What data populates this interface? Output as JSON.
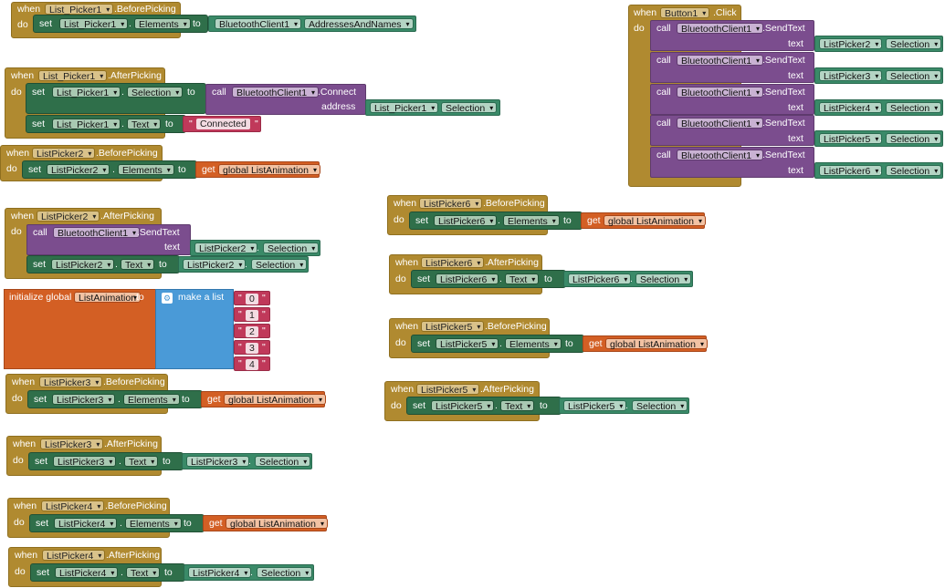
{
  "kw": {
    "when": "when",
    "do": "do",
    "set": "set",
    "to": "to",
    "call": "call",
    "text": "text",
    "address": "address",
    "get": "get",
    "dot": ".",
    "quote": "\""
  },
  "b1": {
    "comp": "List_Picker1",
    "event": ".BeforePicking",
    "prop": "Elements",
    "src_comp": "BluetoothClient1",
    "src_prop": "AddressesAndNames"
  },
  "b2": {
    "comp": "List_Picker1",
    "event": ".AfterPicking",
    "prop": "Selection",
    "call_comp": "BluetoothClient1",
    "method": ".Connect",
    "arg_comp": "List_Picker1",
    "arg_prop": "Selection",
    "prop2": "Text",
    "text_value": "Connected"
  },
  "b3": {
    "comp": "ListPicker2",
    "event": ".BeforePicking",
    "prop": "Elements",
    "var": "global ListAnimation"
  },
  "b4": {
    "comp": "ListPicker2",
    "event": ".AfterPicking",
    "call_comp": "BluetoothClient1",
    "method": ".SendText",
    "arg_comp": "ListPicker2",
    "arg_prop": "Selection",
    "set_comp": "ListPicker2",
    "set_prop": "Text",
    "src_comp": "ListPicker2",
    "src_prop": "Selection"
  },
  "b5": {
    "init": "initialize global",
    "var": "ListAnimation",
    "make_list": "make a list",
    "items": [
      "0",
      "1",
      "2",
      "3",
      "4"
    ]
  },
  "b6": {
    "comp": "ListPicker3",
    "event": ".BeforePicking",
    "prop": "Elements",
    "var": "global ListAnimation"
  },
  "b7": {
    "comp": "ListPicker3",
    "event": ".AfterPicking",
    "prop": "Text",
    "src_comp": "ListPicker3",
    "src_prop": "Selection"
  },
  "b8": {
    "comp": "ListPicker4",
    "event": ".BeforePicking",
    "prop": "Elements",
    "var": "global ListAnimation"
  },
  "b9": {
    "comp": "ListPicker4",
    "event": ".AfterPicking",
    "prop": "Text",
    "src_comp": "ListPicker4",
    "src_prop": "Selection"
  },
  "b10": {
    "comp": "ListPicker6",
    "event": ".BeforePicking",
    "prop": "Elements",
    "var": "global ListAnimation"
  },
  "b11": {
    "comp": "ListPicker6",
    "event": ".AfterPicking",
    "prop": "Text",
    "src_comp": "ListPicker6",
    "src_prop": "Selection"
  },
  "b12": {
    "comp": "ListPicker5",
    "event": ".BeforePicking",
    "prop": "Elements",
    "var": "global ListAnimation"
  },
  "b13": {
    "comp": "ListPicker5",
    "event": ".AfterPicking",
    "prop": "Text",
    "src_comp": "ListPicker5",
    "src_prop": "Selection"
  },
  "b14": {
    "comp": "Button1",
    "event": ".Click",
    "calls": [
      {
        "comp": "BluetoothClient1",
        "method": ".SendText",
        "arg_comp": "ListPicker2",
        "arg_prop": "Selection"
      },
      {
        "comp": "BluetoothClient1",
        "method": ".SendText",
        "arg_comp": "ListPicker3",
        "arg_prop": "Selection"
      },
      {
        "comp": "BluetoothClient1",
        "method": ".SendText",
        "arg_comp": "ListPicker4",
        "arg_prop": "Selection"
      },
      {
        "comp": "BluetoothClient1",
        "method": ".SendText",
        "arg_comp": "ListPicker5",
        "arg_prop": "Selection"
      },
      {
        "comp": "BluetoothClient1",
        "method": ".SendText",
        "arg_comp": "ListPicker6",
        "arg_prop": "Selection"
      }
    ]
  },
  "colors": {
    "event": "#b08a30",
    "set": "#2f6f4a",
    "call": "#7b4d8e",
    "text": "#c0395a",
    "global": "#d35f24",
    "list": "#4a9ad7",
    "property": "#3a8a68"
  }
}
